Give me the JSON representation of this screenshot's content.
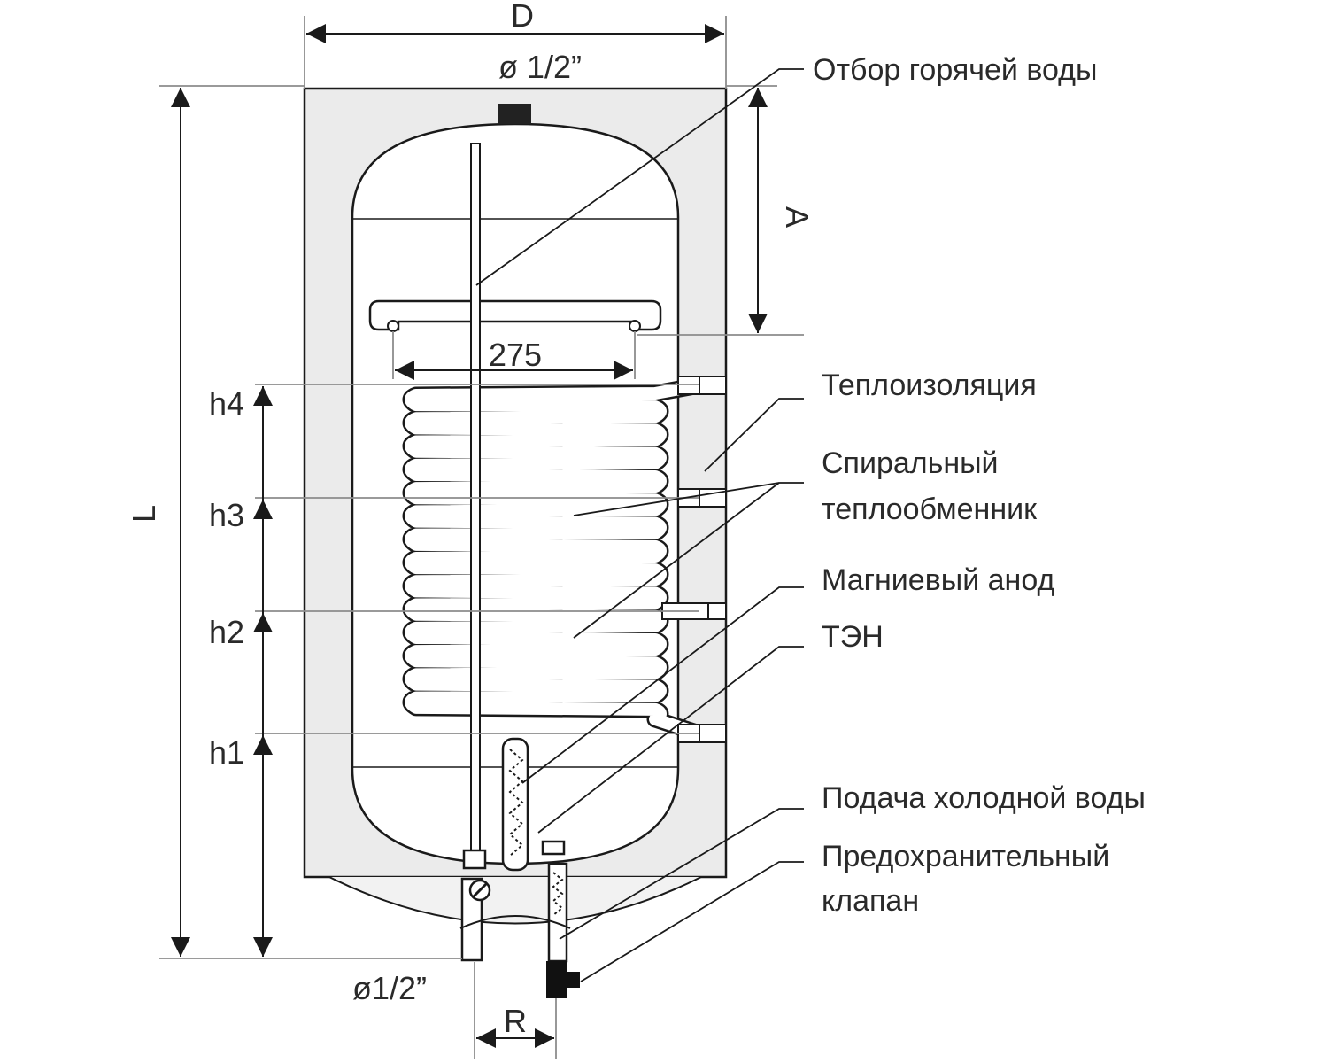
{
  "dimensions": {
    "diameter": "D",
    "top_fitting": "ø 1/2”",
    "length": "L",
    "top_height": "A",
    "mount_spacing": "275",
    "h4": "h4",
    "h3": "h3",
    "h2": "h2",
    "h1": "h1",
    "bottom_fitting": "ø1/2”",
    "pipe_spacing": "R"
  },
  "callouts": {
    "hot_water_outlet": "Отбор горячей воды",
    "insulation": "Теплоизоляция",
    "spiral_line1": "Спиральный",
    "spiral_line2": "теплообменник",
    "magnesium_anode": "Магниевый анод",
    "heating_element": "ТЭН",
    "cold_water_inlet": "Подача холодной воды",
    "valve_line1": "Предохранительный",
    "valve_line2": "клапан"
  },
  "colors": {
    "insulation_fill": "#ebebeb",
    "tank_fill": "#ffffff",
    "line": "#1a1a1a",
    "text": "#2a2a2a"
  }
}
